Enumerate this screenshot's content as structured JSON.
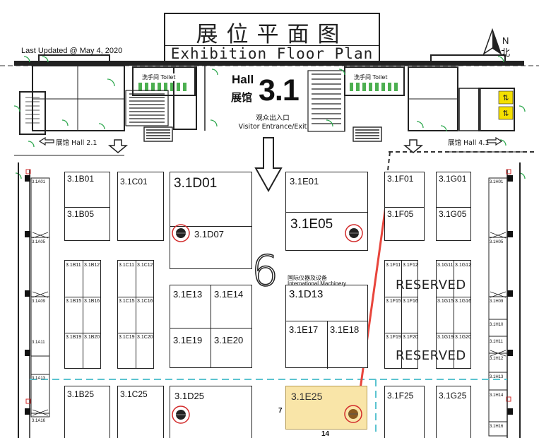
{
  "header": {
    "title_cn": "展位平面图",
    "title_en": "Exhibition Floor Plan",
    "last_updated": "Last Updated @ May 4, 2020",
    "north_en": "N",
    "north_cn": "北"
  },
  "hall": {
    "label_en": "Hall",
    "label_cn": "展馆",
    "number": "3.1",
    "entrance_cn": "观众出入口",
    "entrance_en": "Visitor Entrance/Exit",
    "left_hall": "展馆 Hall 2.1",
    "right_hall": "展馆 Hall 4.1",
    "toilet_left": "洗手间 Toilet",
    "toilet_right": "洗手间 Toilet"
  },
  "zone": {
    "number": "6",
    "name_cn": "国际仪器及设备",
    "name_en": "International Machinery"
  },
  "reserved_label": "RESERVED",
  "booths": {
    "b01": "3.1B01",
    "b05": "3.1B05",
    "c01": "3.1C01",
    "d01": "3.1D01",
    "d07": "3.1D07",
    "e01": "3.1E01",
    "e05": "3.1E05",
    "f01": "3.1F01",
    "f05": "3.1F05",
    "g01": "3.1G01",
    "g05": "3.1G05",
    "b11": "3.1B11",
    "b12": "3.1B12",
    "b15": "3.1B15",
    "b16": "3.1B16",
    "b19": "3.1B19",
    "b20": "3.1B20",
    "c11": "3.1C11",
    "c12": "3.1C12",
    "c15": "3.1C15",
    "c16": "3.1C16",
    "c19": "3.1C19",
    "c20": "3.1C20",
    "e13": "3.1E13",
    "e14": "3.1E14",
    "e19": "3.1E19",
    "e20": "3.1E20",
    "d13": "3.1D13",
    "e17": "3.1E17",
    "e18": "3.1E18",
    "f11": "3.1F11",
    "f12": "3.1F12",
    "f15": "3.1F15",
    "f16": "3.1F16",
    "f19": "3.1F19",
    "f20": "3.1F20",
    "g11": "3.1G11",
    "g12": "3.1G12",
    "g15": "3.1G15",
    "g16": "3.1G16",
    "g19": "3.1G19",
    "g20": "3.1G20",
    "b25": "3.1B25",
    "c25": "3.1C25",
    "d25": "3.1D25",
    "e25": "3.1E25",
    "f25": "3.1F25",
    "g25": "3.1G25",
    "a01": "3.1A01",
    "a05": "3.1A05",
    "a09": "3.1A09",
    "a11": "3.1A11",
    "a13": "3.1A13",
    "a16": "3.1A16",
    "h01": "3.1H01",
    "h05": "3.1H05",
    "h09": "3.1H09",
    "h10": "3.1H10",
    "h11": "3.1H11",
    "h12": "3.1H12",
    "h13": "3.1H13",
    "h14": "3.1H14",
    "h16": "3.1H16"
  },
  "wall_numbers": {
    "seven": "7",
    "fourteen": "14"
  },
  "colors": {
    "highlight_booth": "#f9e5a8",
    "pointer_arrow": "#e8453c",
    "aisle_dash": "#5bc3d0",
    "plant": "#2fa84f",
    "toilet_stripe": "#4caf50",
    "stair_icon": "#f5e000",
    "pillar": "#d22b2b"
  }
}
